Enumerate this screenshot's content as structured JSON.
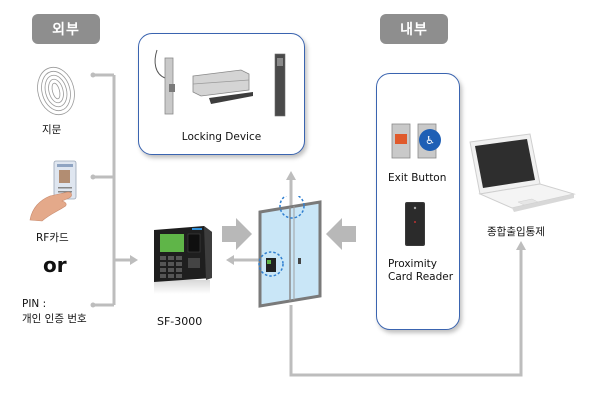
{
  "zones": {
    "outside_label": "외부",
    "inside_label": "내부"
  },
  "inputs": {
    "fingerprint_label": "지문",
    "rfcard_label": "RF카드",
    "or_label": "or",
    "pin_label_line1": "PIN :",
    "pin_label_line2": "개인 인증 번호"
  },
  "locking": {
    "label": "Locking Device"
  },
  "controller": {
    "label": "SF-3000"
  },
  "interior": {
    "exit_button_label": "Exit Button",
    "proximity_line1": "Proximity",
    "proximity_line2": "Card Reader"
  },
  "management": {
    "label": "종합출입통제"
  },
  "colors": {
    "zone_label_bg": "#8e8e8e",
    "box_border": "#3a64b0",
    "connector": "#bdbdbd",
    "dashed_circle": "#2f7fd0"
  }
}
